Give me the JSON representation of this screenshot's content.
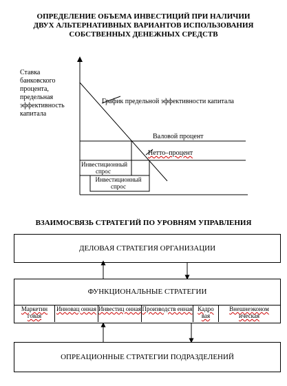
{
  "top_title": "ОПРЕДЕЛЕНИЕ ОБЪЕМА ИНВЕСТИЦИЙ ПРИ НАЛИЧИИ ДВУХ АЛЬТЕРНАТИВНЫХ ВАРИАНТОВ ИСПОЛЬЗОВАНИЯ СОБСТВЕННЫХ ДЕНЕЖНЫХ СРЕДСТВ",
  "graph": {
    "y_axis_label": "Ставка банковского процента, предельная эффективность капитала",
    "curve_label": "График предельной эффективности капитала",
    "gross_rate_label": "Валовой процент",
    "net_rate_label": "Нетто–процент",
    "demand_upper_label": "Инвестиционный спрос",
    "demand_lower_label": "Инвестиционный спрос"
  },
  "bottom_title": "ВЗАИМОСВЯЗЬ СТРАТЕГИЙ ПО УРОВНЯМ УПРАВЛЕНИЯ",
  "hierarchy": {
    "business_strategy": "ДЕЛОВАЯ СТРАТЕГИЯ ОРГАНИЗАЦИИ",
    "functional_strategies": "ФУНКЦИОНАЛЬНЫЕ СТРАТЕГИИ",
    "functions": [
      "Маркетин говая",
      "Инновац онная",
      "Инвестиц онная",
      "Производств енная",
      "Кадро вая",
      "Внешнеэконом ическая"
    ],
    "operational_strategies": "ОПРЕАЦИОННЫЕ СТРАТЕГИИ ПОДРАЗДЕЛЕНИЙ"
  }
}
